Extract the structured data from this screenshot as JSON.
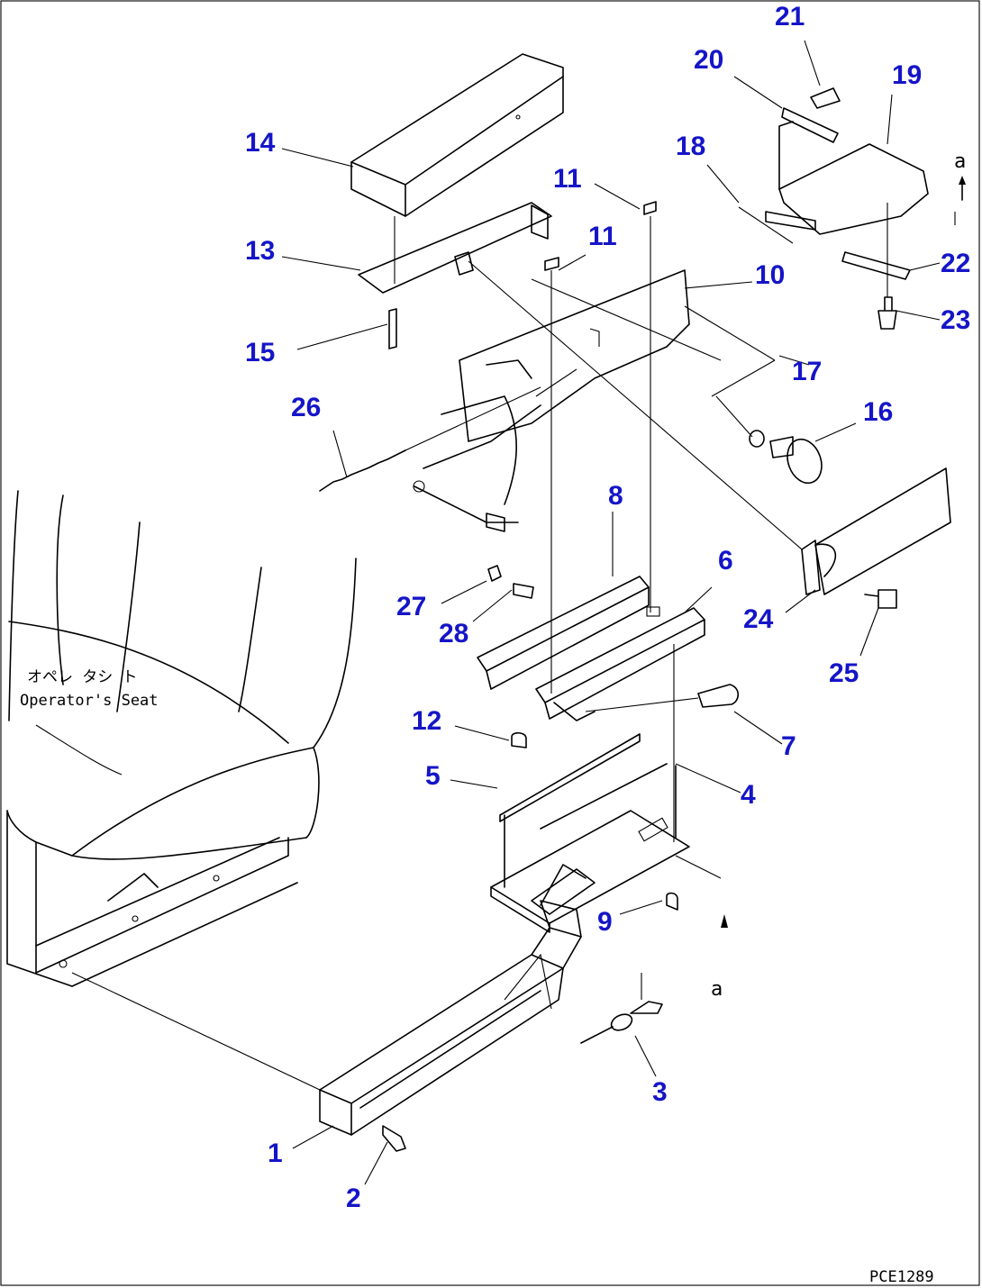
{
  "labels": {
    "p1": "1",
    "p2": "2",
    "p3": "3",
    "p4": "4",
    "p5": "5",
    "p6": "6",
    "p7": "7",
    "p8": "8",
    "p9": "9",
    "p10": "10",
    "p11a": "11",
    "p11b": "11",
    "p12": "12",
    "p13": "13",
    "p14": "14",
    "p15": "15",
    "p16": "16",
    "p17": "17",
    "p18": "18",
    "p19": "19",
    "p20": "20",
    "p21": "21",
    "p22": "22",
    "p23": "23",
    "p24": "24",
    "p25": "25",
    "p26": "26",
    "p27": "27",
    "p28": "28"
  },
  "seat_label_jp": "オペレ タシ ト",
  "seat_label_en": "Operator's Seat",
  "view_marker_top": "a",
  "view_marker_bottom": "a",
  "drawing_code": "PCE1289",
  "colors": {
    "callout": "#1515c8",
    "line": "#000000"
  }
}
